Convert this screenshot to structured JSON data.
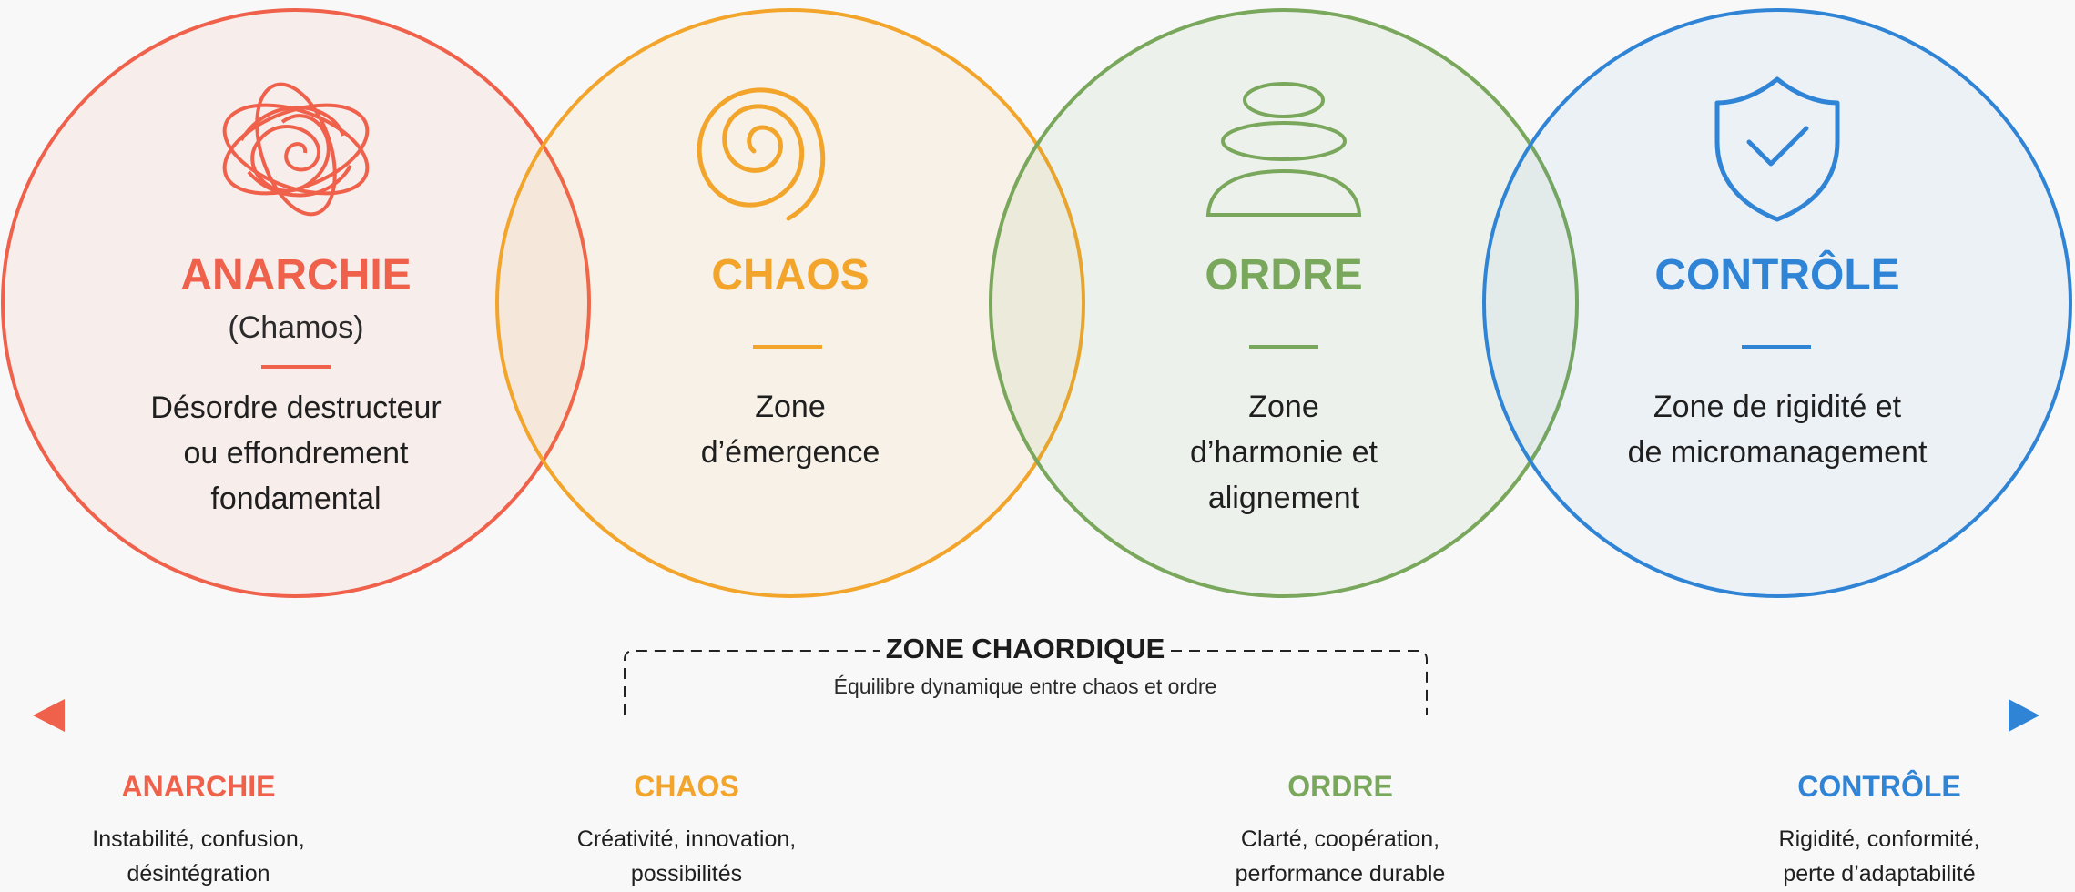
{
  "colors": {
    "anarchie": "#f0614b",
    "chaos": "#f2a52a",
    "ordre": "#79a75b",
    "controle": "#2f84d6",
    "zone": "#222222"
  },
  "circles": [
    {
      "key": "anarchie",
      "title": "ANARCHIE",
      "subtitle": "(Chamos)",
      "desc": [
        "Désordre destructeur",
        "ou effondrement",
        "fondamental"
      ],
      "icon": "tangle-icon"
    },
    {
      "key": "chaos",
      "title": "CHAOS",
      "subtitle": "",
      "desc": [
        "Zone",
        "d’émergence"
      ],
      "icon": "spiral-icon"
    },
    {
      "key": "ordre",
      "title": "ORDRE",
      "subtitle": "",
      "desc": [
        "Zone",
        "d’harmonie et",
        "alignement"
      ],
      "icon": "stacked-stones-icon"
    },
    {
      "key": "controle",
      "title": "CONTRÔLE",
      "subtitle": "",
      "desc": [
        "Zone de rigidité et",
        "de micromanagement"
      ],
      "icon": "shield-check-icon"
    }
  ],
  "zone": {
    "title": "ZONE CHAORDIQUE",
    "subtitle": "Équilibre dynamique entre chaos et ordre"
  },
  "bottom": [
    {
      "key": "anarchie",
      "title": "ANARCHIE",
      "desc": [
        "Instabilité, confusion,",
        "désintégration"
      ]
    },
    {
      "key": "chaos",
      "title": "CHAOS",
      "desc": [
        "Créativité, innovation,",
        "possibilités"
      ]
    },
    {
      "key": "ordre",
      "title": "ORDRE",
      "desc": [
        "Clarté, coopération,",
        "performance durable"
      ]
    },
    {
      "key": "controle",
      "title": "CONTRÔLE",
      "desc": [
        "Rigidité, conformité,",
        "perte d’adaptabilité"
      ]
    }
  ],
  "icons": {
    "arrow_left": "arrow-left-icon",
    "arrow_right": "arrow-right-icon"
  }
}
